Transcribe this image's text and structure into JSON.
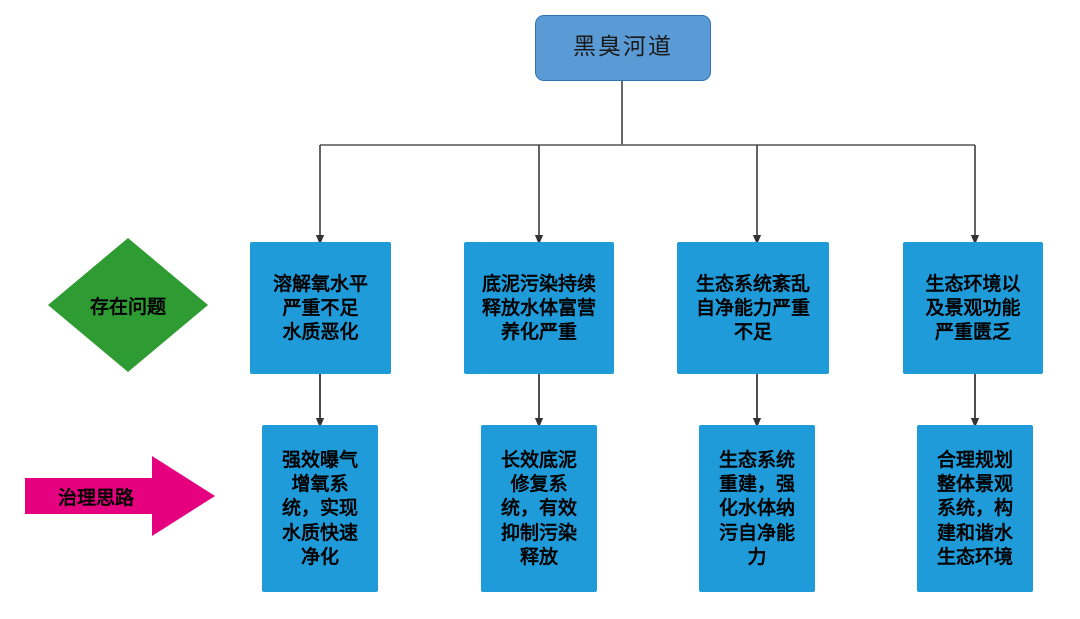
{
  "diagram": {
    "title_node": {
      "label": "黑臭河道",
      "fill": "#5B9BD5",
      "stroke": "#2E75B6"
    },
    "row_labels": [
      {
        "name": "existing-problems",
        "label": "存在问题",
        "shape": "diamond",
        "fill": "#2E9B33"
      },
      {
        "name": "treatment-approach",
        "label": "治理思路",
        "shape": "right-arrow",
        "fill": "#E4007F"
      }
    ],
    "problems": [
      {
        "label": "溶解氧水平\n严重不足\n水质恶化",
        "fill": "#1F9BD9"
      },
      {
        "label": "底泥污染持续\n释放水体富营\n养化严重",
        "fill": "#1F9BD9"
      },
      {
        "label": "生态系统紊乱\n自净能力严重\n不足",
        "fill": "#1F9BD9"
      },
      {
        "label": "生态环境以\n及景观功能\n严重匮乏",
        "fill": "#1F9BD9"
      }
    ],
    "solutions": [
      {
        "label": "强效曝气\n增氧系\n统，实现\n水质快速\n净化",
        "fill": "#1F9BD9"
      },
      {
        "label": "长效底泥\n修复系\n统，有效\n抑制污染\n释放",
        "fill": "#1F9BD9"
      },
      {
        "label": "生态系统\n重建，强\n化水体纳\n污自净能\n力",
        "fill": "#1F9BD9"
      },
      {
        "label": "合理规划\n整体景观\n系统，构\n建和谐水\n生态环境",
        "fill": "#1F9BD9"
      }
    ],
    "connector_color": "#404040"
  }
}
